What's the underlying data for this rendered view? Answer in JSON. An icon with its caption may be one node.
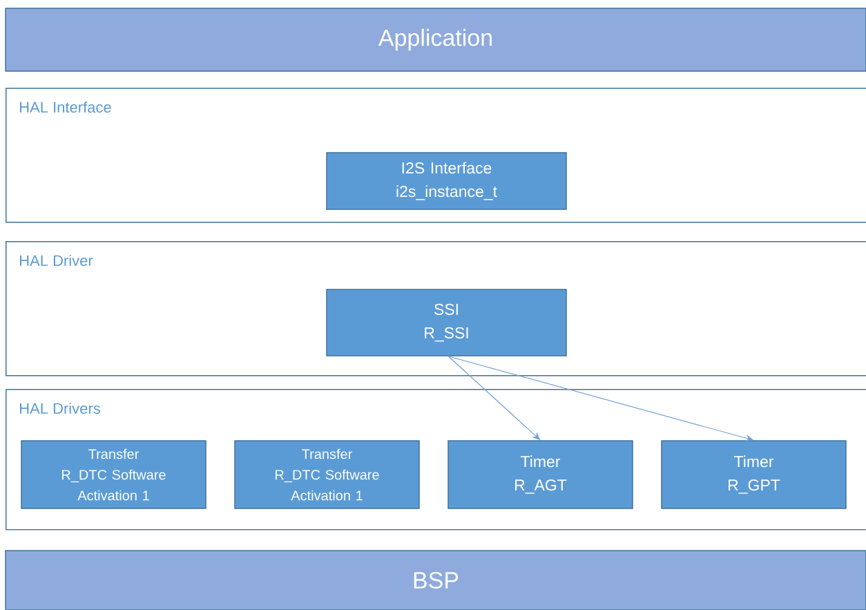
{
  "diagram": {
    "nodes": [
      {
        "text": [
          "Application"
        ]
      },
      {
        "text": [
          "HAL Interface"
        ]
      },
      {
        "text": [
          "I2S Interface",
          "i2s_instance_t"
        ],
        "in": 1
      },
      {
        "text": [
          "HAL Driver"
        ]
      },
      {
        "text": [
          "SSI",
          "R_SSI"
        ],
        "in": 3
      },
      {
        "text": [
          "HAL Drivers"
        ]
      },
      {
        "text": [
          "Transfer",
          "R_DTC Software Activation 1"
        ],
        "in": 5
      },
      {
        "text": [
          "Transfer",
          "R_DTC Software Activation 1"
        ],
        "in": 5
      },
      {
        "text": [
          "Timer",
          "R_AGT"
        ],
        "in": 5
      },
      {
        "text": [
          "Timer",
          "R_GPT"
        ],
        "in": 5
      },
      {
        "text": [
          "BSP"
        ]
      }
    ],
    "edges": [
      {
        "from": 4,
        "to": 8,
        "arrow": "to"
      },
      {
        "from": 4,
        "to": 9,
        "arrow": "to"
      }
    ]
  }
}
